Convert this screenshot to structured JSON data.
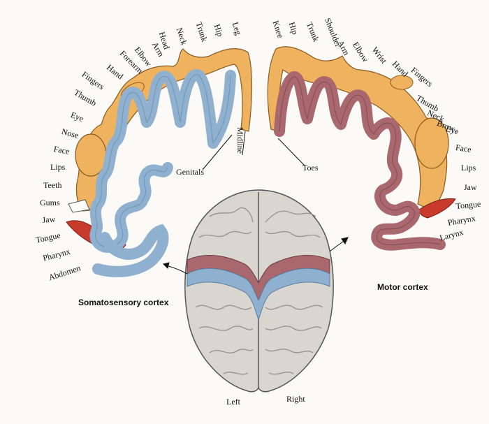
{
  "sensory_labels": [
    "Head",
    "Neck",
    "Trunk",
    "Hip",
    "Leg",
    "Arm",
    "Elbow",
    "Forearm",
    "Hand",
    "Fingers",
    "Thumb",
    "Eye",
    "Nose",
    "Face",
    "Lips",
    "Teeth",
    "Gums",
    "Jaw",
    "Tongue",
    "Pharynx",
    "Abdomen"
  ],
  "motor_labels": [
    "Knee",
    "Hip",
    "Trunk",
    "Shoulder",
    "Arm",
    "Elbow",
    "Wrist",
    "Hand",
    "Fingers",
    "Thumb",
    "Neck",
    "Brow",
    "Eye",
    "Face",
    "Lips",
    "Jaw",
    "Tongue",
    "Pharynx",
    "Larynx"
  ],
  "center_labels": {
    "midline": "Midline",
    "genitals": "Genitals",
    "toes": "Toes",
    "left": "Left",
    "right": "Right"
  },
  "captions": {
    "sensory": "Somatosensory cortex",
    "motor": "Motor cortex"
  },
  "colors": {
    "sensory_strip": "#8fb1cf",
    "motor_strip": "#a9676e",
    "homunculus": "#efb25e",
    "tongue_red": "#c83a2c",
    "brain": "#d9d6d0"
  }
}
